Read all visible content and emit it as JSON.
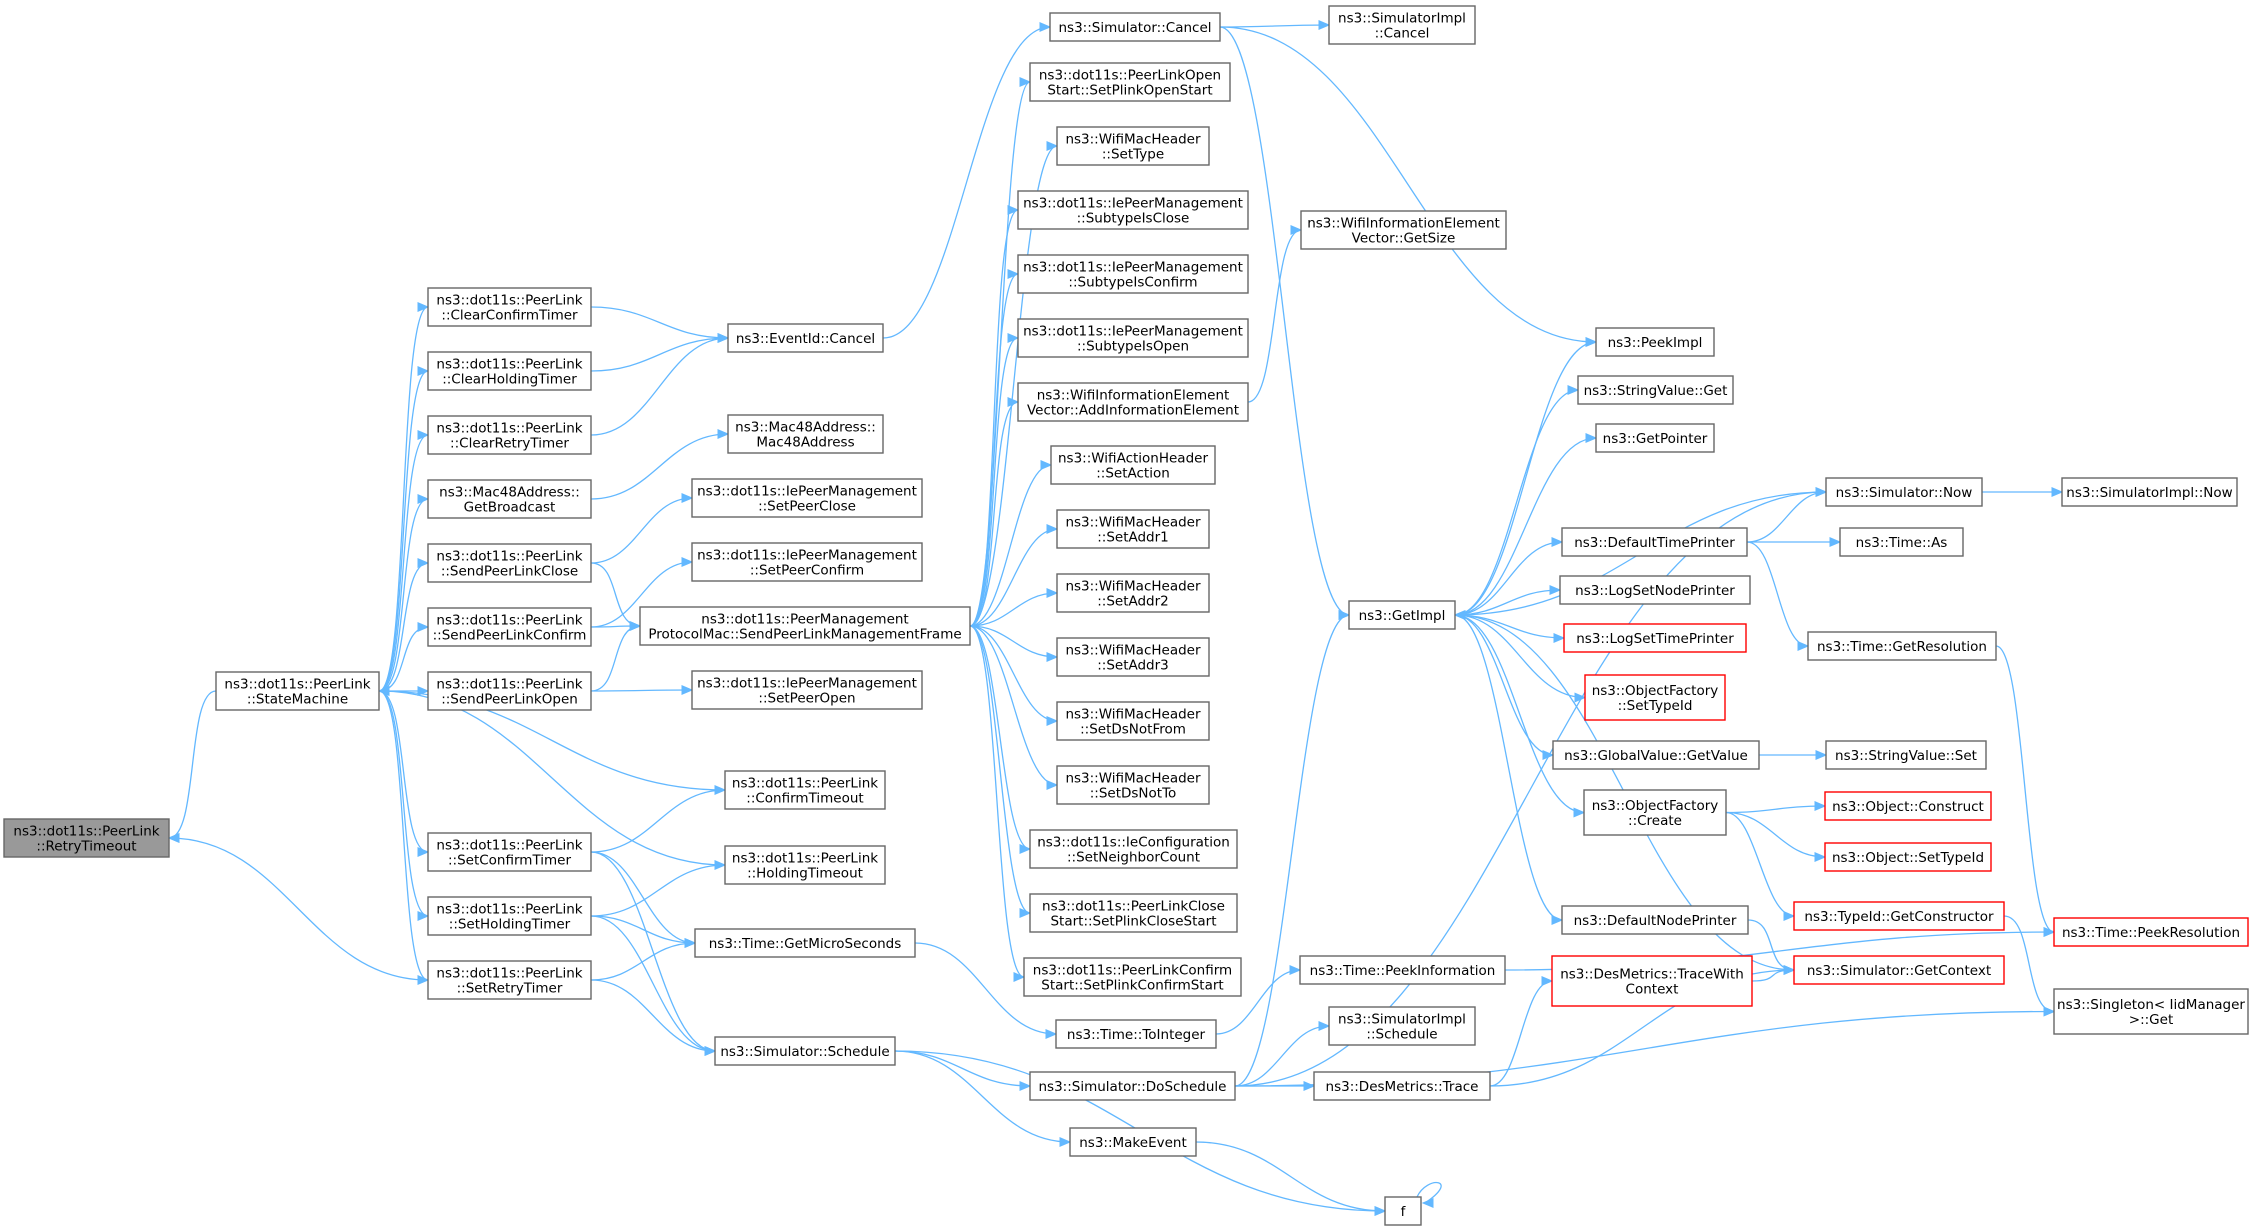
{
  "diagram": {
    "type": "call-graph",
    "edge_color": "#63b8ff",
    "node_border_color": "#666666",
    "highlight_border_color": "#ff0000",
    "root_fill_color": "#999999",
    "nodes": [
      {
        "id": "rt",
        "lines": [
          "ns3::dot11s::PeerLink",
          "::RetryTimeout"
        ],
        "style": "root"
      },
      {
        "id": "sm",
        "lines": [
          "ns3::dot11s::PeerLink",
          "::StateMachine"
        ],
        "style": "normal"
      },
      {
        "id": "cct",
        "lines": [
          "ns3::dot11s::PeerLink",
          "::ClearConfirmTimer"
        ],
        "style": "normal"
      },
      {
        "id": "cht",
        "lines": [
          "ns3::dot11s::PeerLink",
          "::ClearHoldingTimer"
        ],
        "style": "normal"
      },
      {
        "id": "crt",
        "lines": [
          "ns3::dot11s::PeerLink",
          "::ClearRetryTimer"
        ],
        "style": "normal"
      },
      {
        "id": "gb",
        "lines": [
          "ns3::Mac48Address::",
          "GetBroadcast"
        ],
        "style": "normal"
      },
      {
        "id": "splc",
        "lines": [
          "ns3::dot11s::PeerLink",
          "::SendPeerLinkClose"
        ],
        "style": "normal"
      },
      {
        "id": "splcf",
        "lines": [
          "ns3::dot11s::PeerLink",
          "::SendPeerLinkConfirm"
        ],
        "style": "normal"
      },
      {
        "id": "splo",
        "lines": [
          "ns3::dot11s::PeerLink",
          "::SendPeerLinkOpen"
        ],
        "style": "normal"
      },
      {
        "id": "sct",
        "lines": [
          "ns3::dot11s::PeerLink",
          "::SetConfirmTimer"
        ],
        "style": "normal"
      },
      {
        "id": "sht",
        "lines": [
          "ns3::dot11s::PeerLink",
          "::SetHoldingTimer"
        ],
        "style": "normal"
      },
      {
        "id": "srt",
        "lines": [
          "ns3::dot11s::PeerLink",
          "::SetRetryTimer"
        ],
        "style": "normal"
      },
      {
        "id": "evc",
        "lines": [
          "ns3::EventId::Cancel"
        ],
        "style": "normal"
      },
      {
        "id": "m48",
        "lines": [
          "ns3::Mac48Address::",
          "Mac48Address"
        ],
        "style": "normal"
      },
      {
        "id": "spc",
        "lines": [
          "ns3::dot11s::IePeerManagement",
          "::SetPeerClose"
        ],
        "style": "normal"
      },
      {
        "id": "spcf",
        "lines": [
          "ns3::dot11s::IePeerManagement",
          "::SetPeerConfirm"
        ],
        "style": "normal"
      },
      {
        "id": "spmf",
        "lines": [
          "ns3::dot11s::PeerManagement",
          "ProtocolMac::SendPeerLinkManagementFrame"
        ],
        "style": "normal"
      },
      {
        "id": "spo",
        "lines": [
          "ns3::dot11s::IePeerManagement",
          "::SetPeerOpen"
        ],
        "style": "normal"
      },
      {
        "id": "cto",
        "lines": [
          "ns3::dot11s::PeerLink",
          "::ConfirmTimeout"
        ],
        "style": "normal"
      },
      {
        "id": "hto",
        "lines": [
          "ns3::dot11s::PeerLink",
          "::HoldingTimeout"
        ],
        "style": "normal"
      },
      {
        "id": "gms",
        "lines": [
          "ns3::Time::GetMicroSeconds"
        ],
        "style": "normal"
      },
      {
        "id": "ssch",
        "lines": [
          "ns3::Simulator::Schedule"
        ],
        "style": "normal"
      },
      {
        "id": "scan",
        "lines": [
          "ns3::Simulator::Cancel"
        ],
        "style": "normal"
      },
      {
        "id": "pos",
        "lines": [
          "ns3::dot11s::PeerLinkOpen",
          "Start::SetPlinkOpenStart"
        ],
        "style": "normal"
      },
      {
        "id": "wst",
        "lines": [
          "ns3::WifiMacHeader",
          "::SetType"
        ],
        "style": "normal"
      },
      {
        "id": "sic",
        "lines": [
          "ns3::dot11s::IePeerManagement",
          "::SubtypeIsClose"
        ],
        "style": "normal"
      },
      {
        "id": "sicf",
        "lines": [
          "ns3::dot11s::IePeerManagement",
          "::SubtypeIsConfirm"
        ],
        "style": "normal"
      },
      {
        "id": "sio",
        "lines": [
          "ns3::dot11s::IePeerManagement",
          "::SubtypeIsOpen"
        ],
        "style": "normal"
      },
      {
        "id": "aie",
        "lines": [
          "ns3::WifiInformationElement",
          "Vector::AddInformationElement"
        ],
        "style": "normal"
      },
      {
        "id": "wsa",
        "lines": [
          "ns3::WifiActionHeader",
          "::SetAction"
        ],
        "style": "normal"
      },
      {
        "id": "sa1",
        "lines": [
          "ns3::WifiMacHeader",
          "::SetAddr1"
        ],
        "style": "normal"
      },
      {
        "id": "sa2",
        "lines": [
          "ns3::WifiMacHeader",
          "::SetAddr2"
        ],
        "style": "normal"
      },
      {
        "id": "sa3",
        "lines": [
          "ns3::WifiMacHeader",
          "::SetAddr3"
        ],
        "style": "normal"
      },
      {
        "id": "sdnf",
        "lines": [
          "ns3::WifiMacHeader",
          "::SetDsNotFrom"
        ],
        "style": "normal"
      },
      {
        "id": "sdnt",
        "lines": [
          "ns3::WifiMacHeader",
          "::SetDsNotTo"
        ],
        "style": "normal"
      },
      {
        "id": "snc",
        "lines": [
          "ns3::dot11s::IeConfiguration",
          "::SetNeighborCount"
        ],
        "style": "normal"
      },
      {
        "id": "pcs",
        "lines": [
          "ns3::dot11s::PeerLinkClose",
          "Start::SetPlinkCloseStart"
        ],
        "style": "normal"
      },
      {
        "id": "pcfs",
        "lines": [
          "ns3::dot11s::PeerLinkConfirm",
          "Start::SetPlinkConfirmStart"
        ],
        "style": "normal"
      },
      {
        "id": "toi",
        "lines": [
          "ns3::Time::ToInteger"
        ],
        "style": "normal"
      },
      {
        "id": "dsch",
        "lines": [
          "ns3::Simulator::DoSchedule"
        ],
        "style": "normal"
      },
      {
        "id": "mke",
        "lines": [
          "ns3::MakeEvent"
        ],
        "style": "normal"
      },
      {
        "id": "sic2",
        "lines": [
          "ns3::SimulatorImpl",
          "::Cancel"
        ],
        "style": "normal"
      },
      {
        "id": "gsz",
        "lines": [
          "ns3::WifiInformationElement",
          "Vector::GetSize"
        ],
        "style": "normal"
      },
      {
        "id": "gimpl",
        "lines": [
          "ns3::GetImpl"
        ],
        "style": "normal"
      },
      {
        "id": "tpi",
        "lines": [
          "ns3::Time::PeekInformation"
        ],
        "style": "normal"
      },
      {
        "id": "sisch",
        "lines": [
          "ns3::SimulatorImpl",
          "::Schedule"
        ],
        "style": "normal"
      },
      {
        "id": "dmt",
        "lines": [
          "ns3::DesMetrics::Trace"
        ],
        "style": "normal"
      },
      {
        "id": "dmtc",
        "lines": [
          "ns3::DesMetrics::TraceWith",
          "Context"
        ],
        "style": "red"
      },
      {
        "id": "f",
        "lines": [
          "f"
        ],
        "style": "normal"
      },
      {
        "id": "peek",
        "lines": [
          "ns3::PeekImpl"
        ],
        "style": "normal"
      },
      {
        "id": "svg",
        "lines": [
          "ns3::StringValue::Get"
        ],
        "style": "normal"
      },
      {
        "id": "gp",
        "lines": [
          "ns3::GetPointer"
        ],
        "style": "normal"
      },
      {
        "id": "dtp",
        "lines": [
          "ns3::DefaultTimePrinter"
        ],
        "style": "normal"
      },
      {
        "id": "lsnp",
        "lines": [
          "ns3::LogSetNodePrinter"
        ],
        "style": "normal"
      },
      {
        "id": "lstp",
        "lines": [
          "ns3::LogSetTimePrinter"
        ],
        "style": "red"
      },
      {
        "id": "ofst",
        "lines": [
          "ns3::ObjectFactory",
          "::SetTypeId"
        ],
        "style": "red"
      },
      {
        "id": "gvg",
        "lines": [
          "ns3::GlobalValue::GetValue"
        ],
        "style": "normal"
      },
      {
        "id": "ofc",
        "lines": [
          "ns3::ObjectFactory",
          "::Create"
        ],
        "style": "normal"
      },
      {
        "id": "dnp",
        "lines": [
          "ns3::DefaultNodePrinter"
        ],
        "style": "normal"
      },
      {
        "id": "sgc",
        "lines": [
          "ns3::Simulator::GetContext"
        ],
        "style": "red"
      },
      {
        "id": "snow",
        "lines": [
          "ns3::Simulator::Now"
        ],
        "style": "normal"
      },
      {
        "id": "tas",
        "lines": [
          "ns3::Time::As"
        ],
        "style": "normal"
      },
      {
        "id": "tgr",
        "lines": [
          "ns3::Time::GetResolution"
        ],
        "style": "normal"
      },
      {
        "id": "svs",
        "lines": [
          "ns3::StringValue::Set"
        ],
        "style": "normal"
      },
      {
        "id": "oc",
        "lines": [
          "ns3::Object::Construct"
        ],
        "style": "red"
      },
      {
        "id": "ost",
        "lines": [
          "ns3::Object::SetTypeId"
        ],
        "style": "red"
      },
      {
        "id": "tgc",
        "lines": [
          "ns3::TypeId::GetConstructor"
        ],
        "style": "red"
      },
      {
        "id": "sinow",
        "lines": [
          "ns3::SimulatorImpl::Now"
        ],
        "style": "normal"
      },
      {
        "id": "tpr",
        "lines": [
          "ns3::Time::PeekResolution"
        ],
        "style": "red"
      },
      {
        "id": "sng",
        "lines": [
          "ns3::Singleton< IidManager",
          ">::Get"
        ],
        "style": "normal"
      }
    ],
    "edges": [
      [
        "sm",
        "rt"
      ],
      [
        "srt",
        "rt"
      ],
      [
        "sm",
        "cct"
      ],
      [
        "sm",
        "cht"
      ],
      [
        "sm",
        "crt"
      ],
      [
        "sm",
        "gb"
      ],
      [
        "sm",
        "splc"
      ],
      [
        "sm",
        "splcf"
      ],
      [
        "sm",
        "splo"
      ],
      [
        "sm",
        "sct"
      ],
      [
        "sm",
        "sht"
      ],
      [
        "sm",
        "srt"
      ],
      [
        "cto",
        "sm"
      ],
      [
        "hto",
        "sm"
      ],
      [
        "cct",
        "evc"
      ],
      [
        "cht",
        "evc"
      ],
      [
        "crt",
        "evc"
      ],
      [
        "gb",
        "m48"
      ],
      [
        "splc",
        "spc"
      ],
      [
        "splc",
        "spmf"
      ],
      [
        "splcf",
        "spcf"
      ],
      [
        "splcf",
        "spmf"
      ],
      [
        "splo",
        "spmf"
      ],
      [
        "splo",
        "spo"
      ],
      [
        "sct",
        "cto"
      ],
      [
        "sct",
        "gms"
      ],
      [
        "sct",
        "ssch"
      ],
      [
        "sht",
        "hto"
      ],
      [
        "sht",
        "gms"
      ],
      [
        "sht",
        "ssch"
      ],
      [
        "srt",
        "gms"
      ],
      [
        "srt",
        "ssch"
      ],
      [
        "evc",
        "scan"
      ],
      [
        "spmf",
        "pos"
      ],
      [
        "spmf",
        "wst"
      ],
      [
        "spmf",
        "sic"
      ],
      [
        "spmf",
        "sicf"
      ],
      [
        "spmf",
        "sio"
      ],
      [
        "spmf",
        "aie"
      ],
      [
        "spmf",
        "wsa"
      ],
      [
        "spmf",
        "sa1"
      ],
      [
        "spmf",
        "sa2"
      ],
      [
        "spmf",
        "sa3"
      ],
      [
        "spmf",
        "sdnf"
      ],
      [
        "spmf",
        "sdnt"
      ],
      [
        "spmf",
        "snc"
      ],
      [
        "spmf",
        "pcs"
      ],
      [
        "spmf",
        "pcfs"
      ],
      [
        "gms",
        "toi"
      ],
      [
        "ssch",
        "dsch"
      ],
      [
        "ssch",
        "mke"
      ],
      [
        "ssch",
        "f"
      ],
      [
        "scan",
        "sic2"
      ],
      [
        "scan",
        "peek"
      ],
      [
        "scan",
        "gimpl"
      ],
      [
        "aie",
        "gsz"
      ],
      [
        "toi",
        "tpi"
      ],
      [
        "dsch",
        "gimpl"
      ],
      [
        "dsch",
        "sisch"
      ],
      [
        "dsch",
        "dmt"
      ],
      [
        "dsch",
        "snow"
      ],
      [
        "dsch",
        "sng"
      ],
      [
        "mke",
        "f"
      ],
      [
        "f",
        "f"
      ],
      [
        "tpi",
        "tpr"
      ],
      [
        "dmt",
        "dmtc"
      ],
      [
        "dmt",
        "sgc"
      ],
      [
        "dmtc",
        "sgc"
      ],
      [
        "gimpl",
        "peek"
      ],
      [
        "gimpl",
        "svg"
      ],
      [
        "gimpl",
        "gp"
      ],
      [
        "gimpl",
        "dtp"
      ],
      [
        "gimpl",
        "lsnp"
      ],
      [
        "gimpl",
        "lstp"
      ],
      [
        "gimpl",
        "ofst"
      ],
      [
        "gimpl",
        "gvg"
      ],
      [
        "gimpl",
        "ofc"
      ],
      [
        "gimpl",
        "dnp"
      ],
      [
        "snow",
        "gimpl"
      ],
      [
        "sgc",
        "gimpl"
      ],
      [
        "dtp",
        "snow"
      ],
      [
        "dtp",
        "tas"
      ],
      [
        "dtp",
        "tgr"
      ],
      [
        "gvg",
        "svs"
      ],
      [
        "ofc",
        "oc"
      ],
      [
        "ofc",
        "ost"
      ],
      [
        "ofc",
        "tgc"
      ],
      [
        "dnp",
        "sgc"
      ],
      [
        "snow",
        "sinow"
      ],
      [
        "tgr",
        "tpr"
      ],
      [
        "tgc",
        "sng"
      ]
    ]
  }
}
